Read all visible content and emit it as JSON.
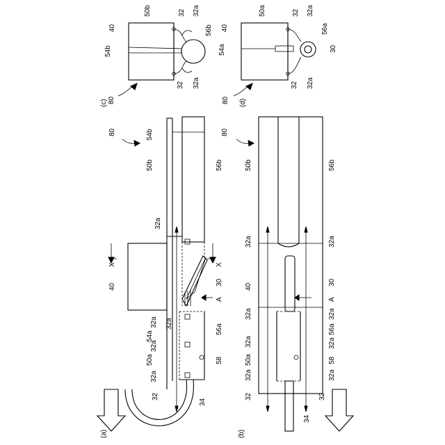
{
  "panels": {
    "a": {
      "tag": "(a)",
      "ref": "80"
    },
    "b": {
      "tag": "(b)",
      "ref": "80"
    },
    "c": {
      "tag": "(c)",
      "ref": "80"
    },
    "d": {
      "tag": "(d)",
      "ref": "80"
    }
  },
  "labels": {
    "n32": "32",
    "n32a": "32a",
    "n30": "30",
    "n34": "34",
    "n40": "40",
    "n50a": "50a",
    "n50b": "50b",
    "n54a": "54a",
    "n54b": "54b",
    "n56a": "56a",
    "n56b": "56b",
    "n58": "58",
    "n80": "80",
    "arrowA": "A",
    "sectionX": "X"
  }
}
